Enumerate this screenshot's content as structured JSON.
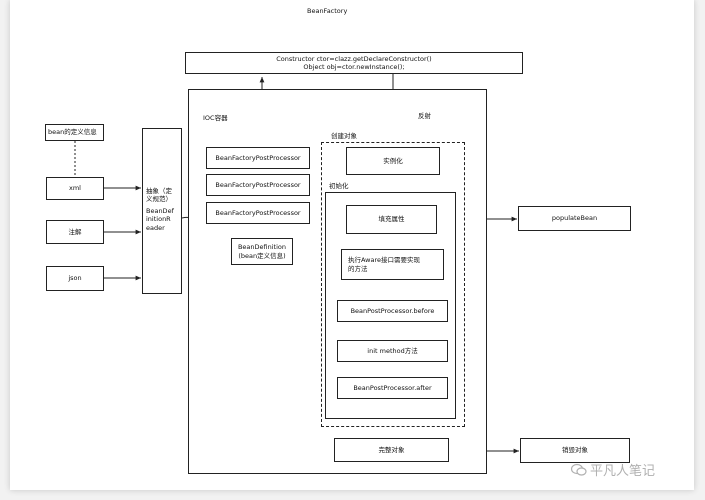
{
  "title": "BeanFactory",
  "constructor_lines": [
    "Constructor ctor=clazz.getDeclareConstructor()",
    "Object obj=ctor.newInstance();"
  ],
  "ioc_label": "IOC容器",
  "reflect_label": "反射",
  "create_label": "创建对象",
  "init_label": "初始化",
  "bean_def_info": "bean的定义信息",
  "sources": [
    "xml",
    "注解",
    "json"
  ],
  "reader": {
    "line1": "抽象（定",
    "line2": "义规范）",
    "line3": "BeanDef",
    "line4": "initionR",
    "line5": "eader"
  },
  "post_processors": [
    "BeanFactoryPostProcessor",
    "BeanFactoryPostProcessor",
    "BeanFactoryPostProcessor"
  ],
  "bean_definition": {
    "line1": "BeanDefinition",
    "line2": "(bean定义信息)"
  },
  "steps": {
    "instantiate": "实例化",
    "populate": "填充属性",
    "aware_line1": "执行Aware接口需要实现",
    "aware_line2": "的方法",
    "before": "BeanPostProcessor.before",
    "init_method": "init method方法",
    "after": "BeanPostProcessor.after",
    "complete": "完整对象"
  },
  "populate_bean": "populateBean",
  "destroy": "销毁对象",
  "watermark": "平凡人笔记",
  "colors": {
    "line": "#222222",
    "paper": "#ffffff",
    "background": "#f2f2f2",
    "watermark": "#b0b0b0"
  },
  "icons": {
    "watermark_logo": "wechat-icon"
  }
}
